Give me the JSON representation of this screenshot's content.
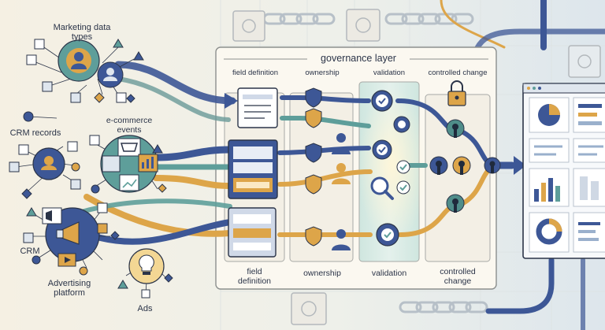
{
  "governance": {
    "title": "governance layer",
    "columns": [
      {
        "head": "field definition",
        "foot": "field definition"
      },
      {
        "head": "ownership",
        "foot": "ownership"
      },
      {
        "head": "validation",
        "foot": "validation"
      },
      {
        "head": "controlled change",
        "foot": "controlled change"
      }
    ]
  },
  "sources": {
    "marketing": "Marketing data types",
    "crm": "CRM records",
    "ecommerce": "e-commerce events",
    "advertising": "Advertising platform",
    "ads": "Ads"
  },
  "colors": {
    "navy": "#3d5796",
    "teal": "#5e9e9a",
    "gold": "#dda549",
    "ink": "#2b3448",
    "paper": "#f4efe2",
    "panel": "#fbf8f0"
  },
  "icons": [
    "person-icon",
    "chart-icon",
    "cart-icon",
    "megaphone-icon",
    "lightbulb-icon",
    "document-icon",
    "shield-icon",
    "user-icon",
    "gear-check-icon",
    "magnifier-icon",
    "keyhole-icon",
    "padlock-icon",
    "safe-icon",
    "chain-icon",
    "dashboard-icon"
  ]
}
